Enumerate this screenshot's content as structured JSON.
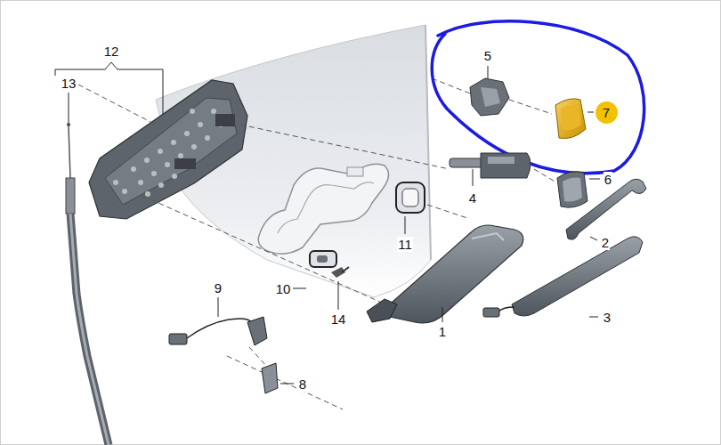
{
  "diagram": {
    "nodes": [
      {
        "text": [
          "7"
        ]
      }
    ],
    "labels": [
      "12",
      "13",
      "5",
      "4",
      "6",
      "2",
      "11",
      "9",
      "10",
      "14",
      "1",
      "3",
      "8"
    ]
  }
}
